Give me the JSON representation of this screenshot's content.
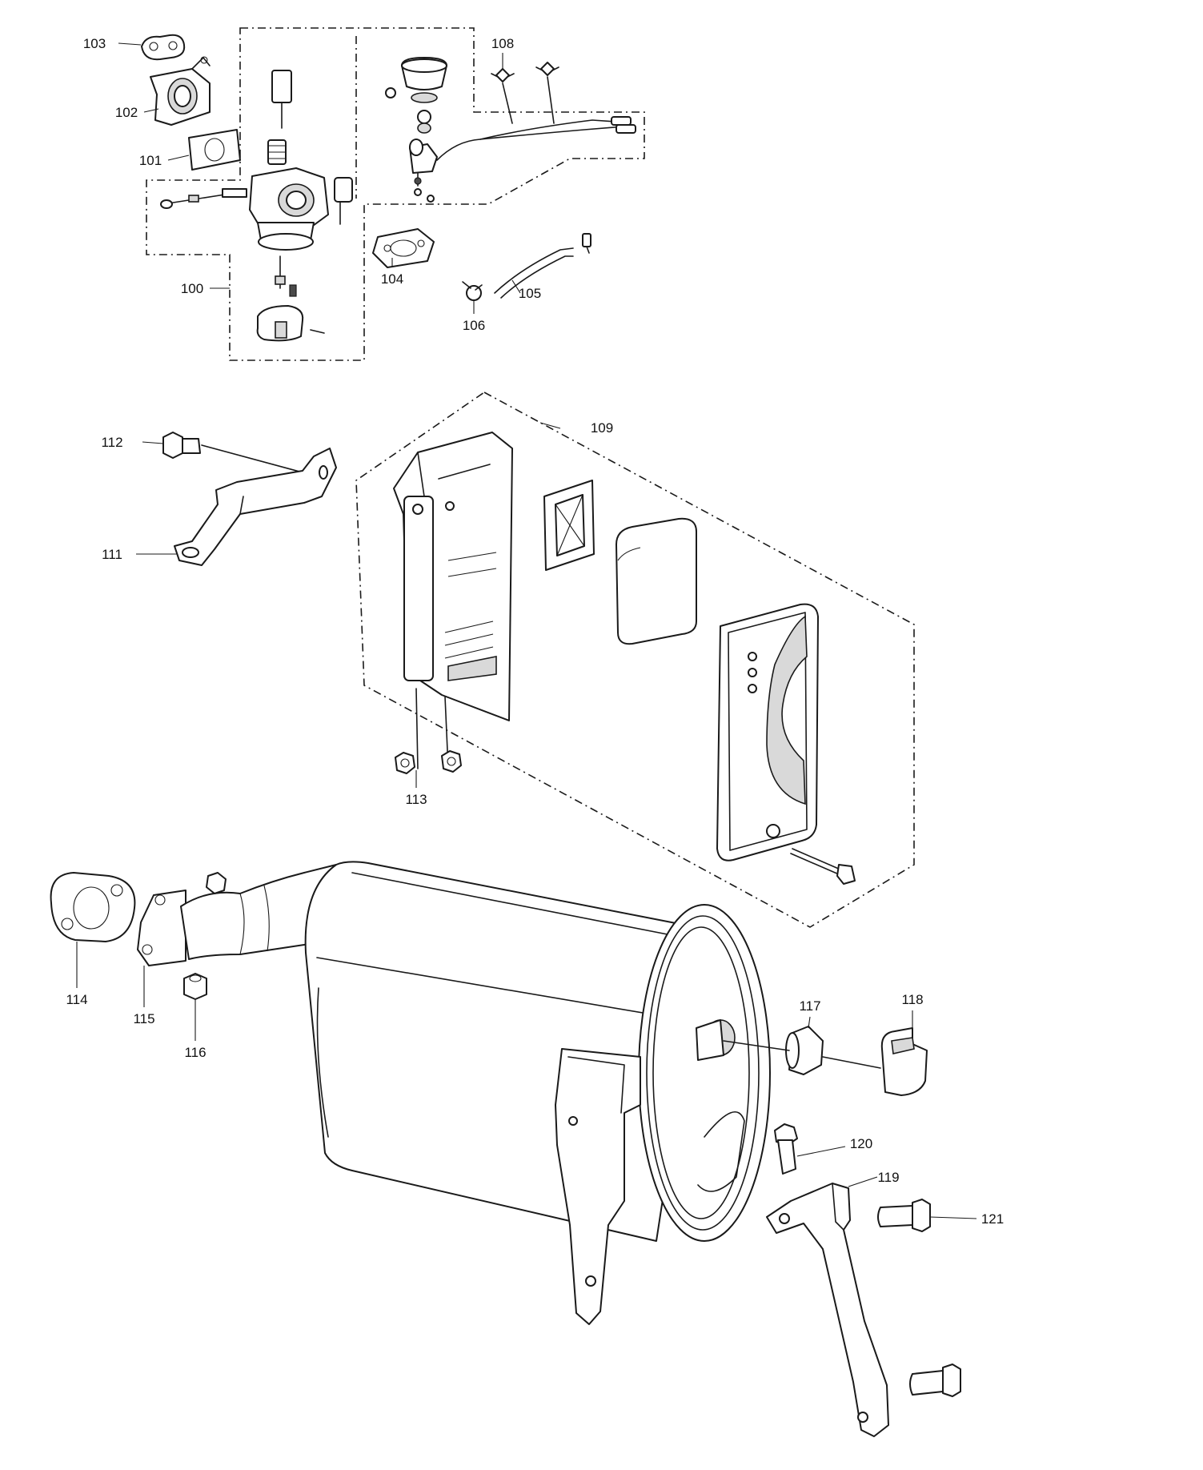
{
  "callouts": {
    "c100": "100",
    "c101": "101",
    "c102": "102",
    "c103": "103",
    "c104": "104",
    "c105": "105",
    "c106": "106",
    "c108": "108",
    "c109": "109",
    "c111": "111",
    "c112": "112",
    "c113": "113",
    "c114": "114",
    "c115": "115",
    "c116": "116",
    "c117": "117",
    "c118": "118",
    "c119": "119",
    "c120": "120",
    "c121": "121"
  }
}
